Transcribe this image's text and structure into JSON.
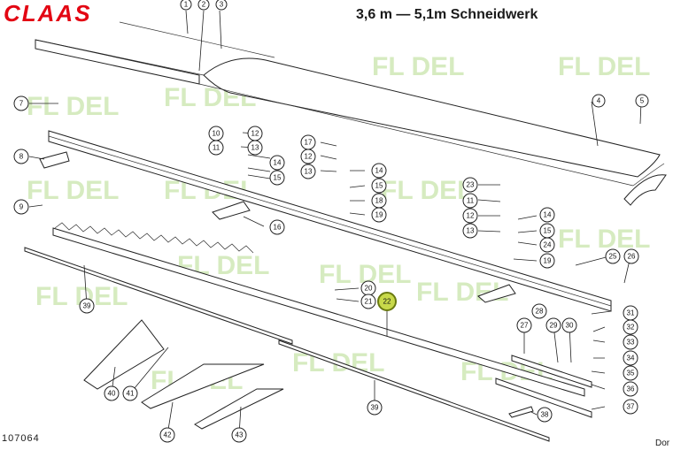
{
  "brand": {
    "logo_text": "CLAAS",
    "color": "#e30613"
  },
  "title": "3,6 m — 5,1m Schneidwerk",
  "doc_number": "107064",
  "footer_text": "Dor",
  "watermark": {
    "text": "FL DEL",
    "color": "#b6dc8e"
  },
  "highlight_color": "#c8d94a",
  "callouts": {
    "c1": "1",
    "c2": "2",
    "c3": "3",
    "c4": "4",
    "c5": "5",
    "c7": "7",
    "c8": "8",
    "c9": "9",
    "c10": "10",
    "c11a": "11",
    "c11b": "11",
    "c12a": "12",
    "c12b": "12",
    "c12c": "12",
    "c13a": "13",
    "c13b": "13",
    "c13c": "13",
    "c14a": "14",
    "c14b": "14",
    "c14c": "14",
    "c15a": "15",
    "c15b": "15",
    "c15c": "15",
    "c16": "16",
    "c17": "17",
    "c18": "18",
    "c19a": "19",
    "c19b": "19",
    "c20": "20",
    "c21": "21",
    "c22": "22",
    "c23": "23",
    "c24": "24",
    "c25": "25",
    "c26": "26",
    "c27": "27",
    "c28": "28",
    "c29": "29",
    "c30": "30",
    "c31": "31",
    "c32": "32",
    "c33": "33",
    "c34": "34",
    "c35": "35",
    "c36": "36",
    "c37": "37",
    "c38": "38",
    "c39a": "39",
    "c39b": "39",
    "c40": "40",
    "c41": "41",
    "c42": "42",
    "c43": "43"
  }
}
